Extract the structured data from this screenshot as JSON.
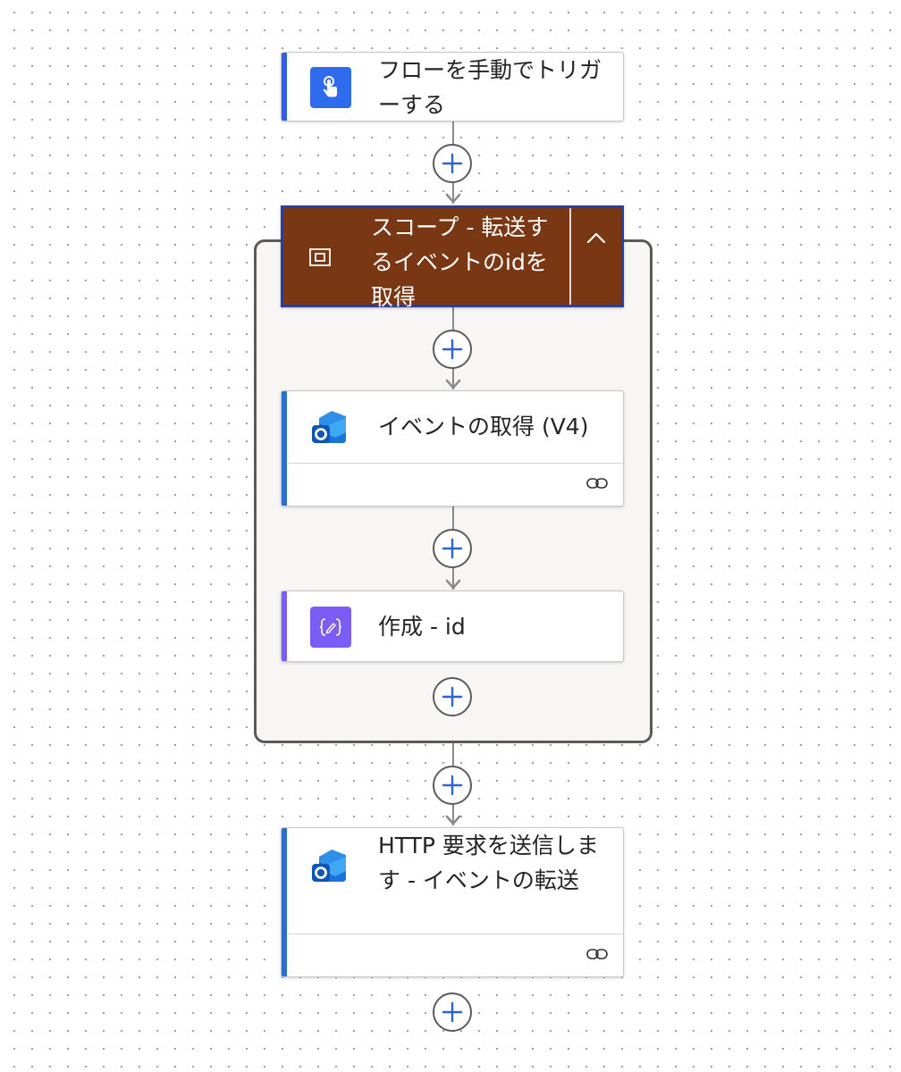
{
  "flow": {
    "trigger": {
      "title": "フローを手動でトリガーする",
      "icon": "hand-tap-icon",
      "color": "#2f6ced"
    },
    "scope": {
      "title": "スコープ - 転送するイベントのidを取得",
      "icon": "scope-icon",
      "color": "#793714",
      "collapse_icon": "chevron-up-icon"
    },
    "get_events": {
      "title": "イベントの取得 (V4)",
      "icon": "outlook-icon",
      "link_icon": "link-icon",
      "color": "#2a6fd1"
    },
    "compose": {
      "title": "作成 - id",
      "icon": "compose-icon",
      "color": "#7b5cf5"
    },
    "http_request": {
      "title": "HTTP 要求を送信します - イベントの転送",
      "icon": "outlook-icon",
      "link_icon": "link-icon",
      "color": "#2a6fd1"
    }
  },
  "add_button": {
    "icon": "plus-icon"
  }
}
